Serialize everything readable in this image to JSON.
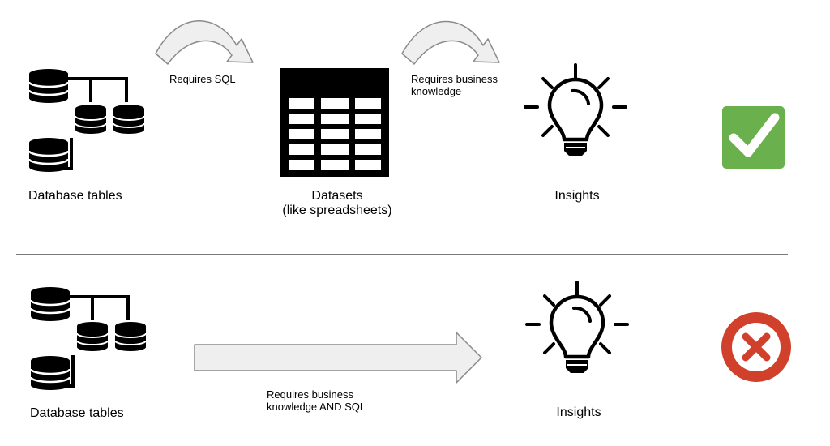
{
  "top_row": {
    "source_label": "Database tables",
    "step1_label": "Requires SQL",
    "middle_label_line1": "Datasets",
    "middle_label_line2": "(like spreadsheets)",
    "step2_label_line1": "Requires business",
    "step2_label_line2": "knowledge",
    "target_label": "Insights",
    "status": "check"
  },
  "bottom_row": {
    "source_label": "Database tables",
    "step_label_line1": "Requires business",
    "step_label_line2": "knowledge AND SQL",
    "target_label": "Insights",
    "status": "cross"
  },
  "colors": {
    "check_green": "#6ab04c",
    "cross_red": "#d0402b",
    "arrow_fill": "#efefef",
    "arrow_stroke": "#8a8a8a"
  }
}
